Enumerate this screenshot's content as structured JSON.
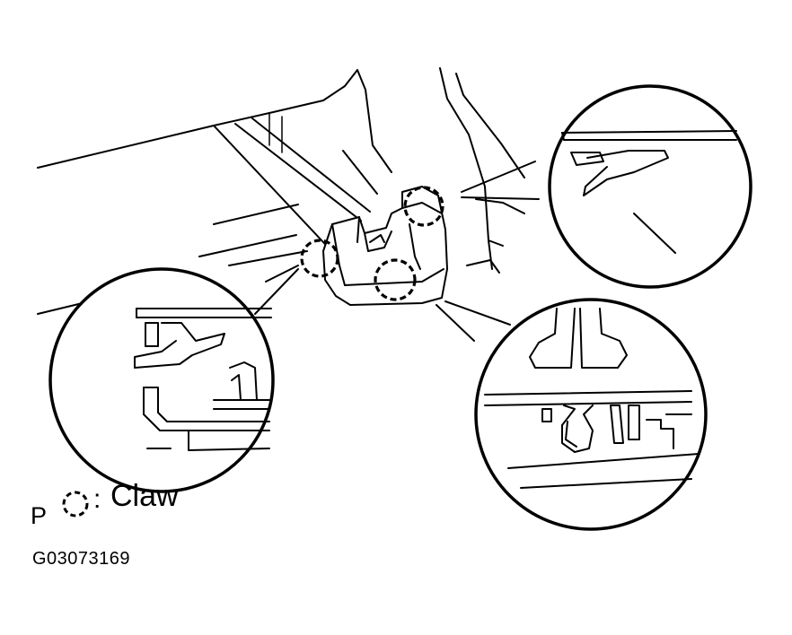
{
  "legend": {
    "marker_label": "P",
    "separator": ":",
    "claw_label": "Claw"
  },
  "figure_code": "G03073169",
  "colors": {
    "ink": "#000000",
    "paper": "#ffffff"
  }
}
